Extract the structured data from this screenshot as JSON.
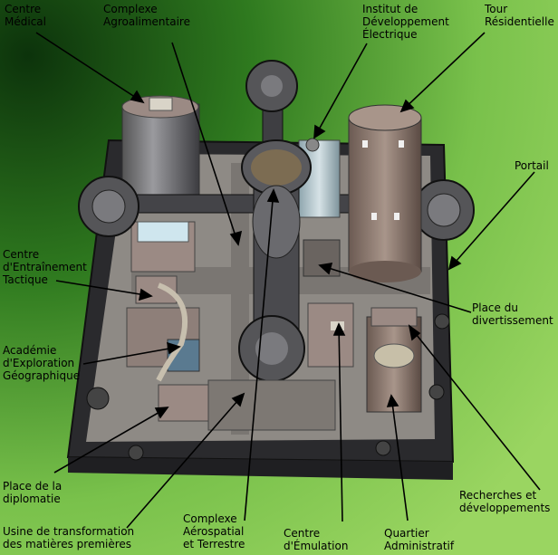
{
  "colors": {
    "bg_dark": "#0e3a0c",
    "bg_light": "#8fd15a",
    "frame": "#2b2b2e",
    "floor": "#8f8b86",
    "building": "#9b8a84",
    "glass": "#b7c9cf",
    "pointer": "#000000"
  },
  "labels": {
    "centre_medical": "Centre\nMédical",
    "complexe_agro": "Complexe\nAgroalimentaire",
    "institut": "Institut de\nDéveloppement\nÉlectrique",
    "tour": "Tour\nRésidentielle",
    "portail": "Portail",
    "centre_entrainement": "Centre\nd'Entraînement\nTactique",
    "place_divertissement": "Place du\ndivertissement",
    "academie": "Académie\nd'Exploration\nGéographique",
    "place_diplomatie": "Place de la\ndiplomatie",
    "recherches": "Recherches et\ndéveloppements",
    "usine": "Usine de transformation\ndes matières premières",
    "complexe_aero": "Complexe\nAérospatial\net Terrestre",
    "centre_emulation": "Centre\nd'Émulation",
    "quartier": "Quartier\nAdministratif"
  }
}
